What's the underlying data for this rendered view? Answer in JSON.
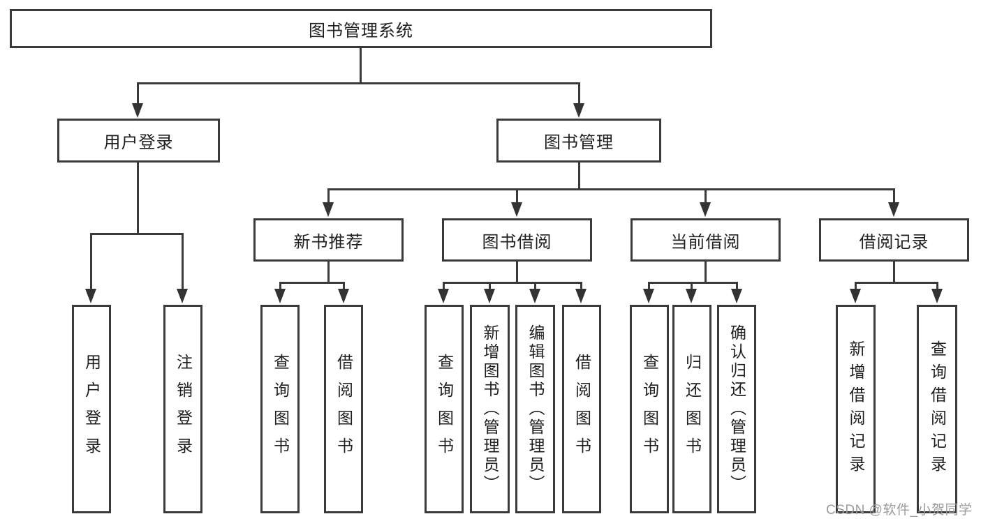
{
  "diagram": {
    "root": {
      "label": "图书管理系统"
    },
    "branches": [
      {
        "label": "用户登录",
        "children": [
          {
            "label": "用户登录"
          },
          {
            "label": "注销登录"
          }
        ]
      },
      {
        "label": "图书管理",
        "groups": [
          {
            "label": "新书推荐",
            "children": [
              {
                "label": "查询图书"
              },
              {
                "label": "借阅图书"
              }
            ]
          },
          {
            "label": "图书借阅",
            "children": [
              {
                "label": "查询图书"
              },
              {
                "label": "新增图书（管理员）"
              },
              {
                "label": "编辑图书（管理员）"
              },
              {
                "label": "借阅图书"
              }
            ]
          },
          {
            "label": "当前借阅",
            "children": [
              {
                "label": "查询图书"
              },
              {
                "label": "归还图书"
              },
              {
                "label": "确认归还（管理员）"
              }
            ]
          },
          {
            "label": "借阅记录",
            "children": [
              {
                "label": "新增借阅记录"
              },
              {
                "label": "查询借阅记录"
              }
            ]
          }
        ]
      }
    ],
    "colors": {
      "line": "#3a3a3a",
      "text": "#1f1f1f",
      "watermark": "#9b9b9b"
    },
    "watermark": "CSDN @软件_小贺同学"
  }
}
